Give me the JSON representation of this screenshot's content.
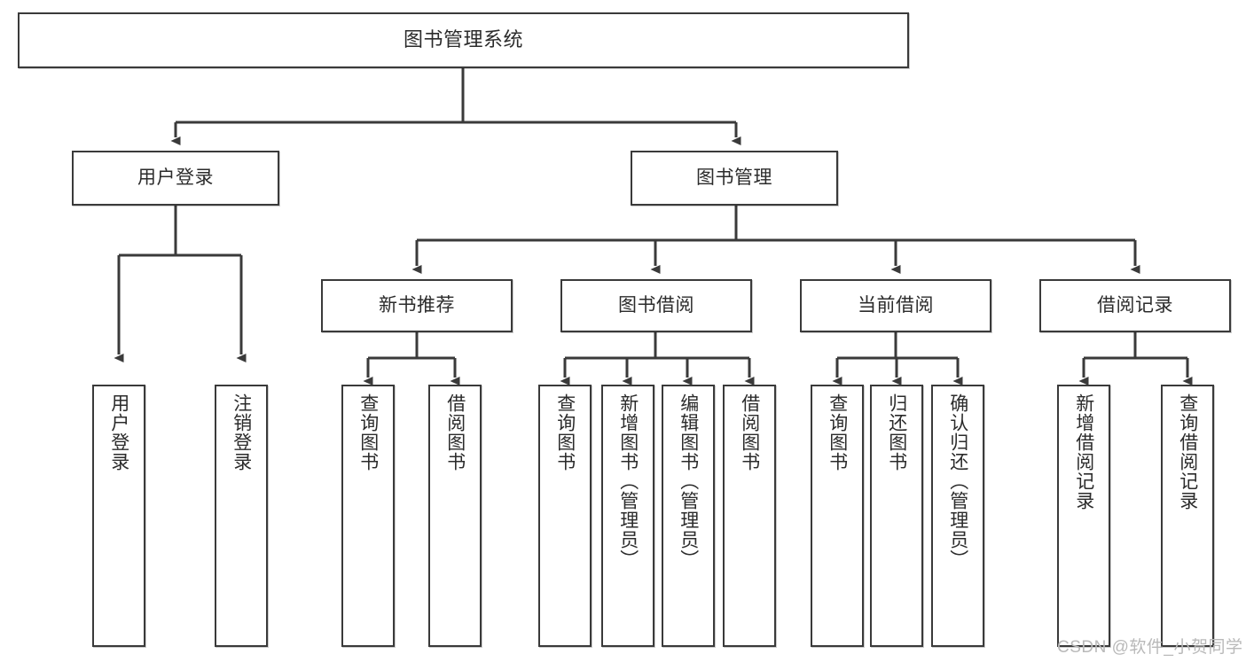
{
  "diagram": {
    "title": "图书管理系统",
    "type": "tree",
    "watermark": "CSDN @软件_小贺同学",
    "colors": {
      "box_border": "#3a3a3a",
      "box_fill": "#ffffff",
      "text": "#2b2b2b",
      "connector": "#3a3a3a",
      "watermark": "#b9b9b9",
      "background": "#ffffff"
    },
    "levels": {
      "level0": [
        "图书管理系统"
      ],
      "level1": [
        "用户登录",
        "图书管理"
      ],
      "level2": [
        "新书推荐",
        "图书借阅",
        "当前借阅",
        "借阅记录"
      ],
      "level3": [
        "用户登录",
        "注销登录",
        "查询图书",
        "借阅图书",
        "查询图书",
        "新增图书（管理员）",
        "编辑图书（管理员）",
        "借阅图书",
        "查询图书",
        "归还图书",
        "确认归还（管理员）",
        "新增借阅记录",
        "查询借阅记录"
      ]
    },
    "nodes": {
      "root": {
        "label": "图书管理系统"
      },
      "user_login": {
        "label": "用户登录"
      },
      "book_manage": {
        "label": "图书管理"
      },
      "new_book_rec": {
        "label": "新书推荐"
      },
      "book_borrow": {
        "label": "图书借阅"
      },
      "current_borrow": {
        "label": "当前借阅"
      },
      "borrow_record": {
        "label": "借阅记录"
      },
      "leaf_user_login": {
        "label": "用户登录"
      },
      "leaf_logout": {
        "label": "注销登录"
      },
      "leaf_query_book_1": {
        "label": "查询图书"
      },
      "leaf_borrow_book_1": {
        "label": "借阅图书"
      },
      "leaf_query_book_2": {
        "label": "查询图书"
      },
      "leaf_add_book": {
        "label": "新增图书（管理员）"
      },
      "leaf_edit_book": {
        "label": "编辑图书（管理员）"
      },
      "leaf_borrow_book_2": {
        "label": "借阅图书"
      },
      "leaf_query_book_3": {
        "label": "查询图书"
      },
      "leaf_return_book": {
        "label": "归还图书"
      },
      "leaf_confirm_return": {
        "label": "确认归还（管理员）"
      },
      "leaf_add_record": {
        "label": "新增借阅记录"
      },
      "leaf_query_record": {
        "label": "查询借阅记录"
      }
    },
    "edges": [
      {
        "from": "root",
        "to": "user_login"
      },
      {
        "from": "root",
        "to": "book_manage"
      },
      {
        "from": "user_login",
        "to": "leaf_user_login"
      },
      {
        "from": "user_login",
        "to": "leaf_logout"
      },
      {
        "from": "book_manage",
        "to": "new_book_rec"
      },
      {
        "from": "book_manage",
        "to": "book_borrow"
      },
      {
        "from": "book_manage",
        "to": "current_borrow"
      },
      {
        "from": "book_manage",
        "to": "borrow_record"
      },
      {
        "from": "new_book_rec",
        "to": "leaf_query_book_1"
      },
      {
        "from": "new_book_rec",
        "to": "leaf_borrow_book_1"
      },
      {
        "from": "book_borrow",
        "to": "leaf_query_book_2"
      },
      {
        "from": "book_borrow",
        "to": "leaf_add_book"
      },
      {
        "from": "book_borrow",
        "to": "leaf_edit_book"
      },
      {
        "from": "book_borrow",
        "to": "leaf_borrow_book_2"
      },
      {
        "from": "current_borrow",
        "to": "leaf_query_book_3"
      },
      {
        "from": "current_borrow",
        "to": "leaf_return_book"
      },
      {
        "from": "current_borrow",
        "to": "leaf_confirm_return"
      },
      {
        "from": "borrow_record",
        "to": "leaf_add_record"
      },
      {
        "from": "borrow_record",
        "to": "leaf_query_record"
      }
    ]
  }
}
